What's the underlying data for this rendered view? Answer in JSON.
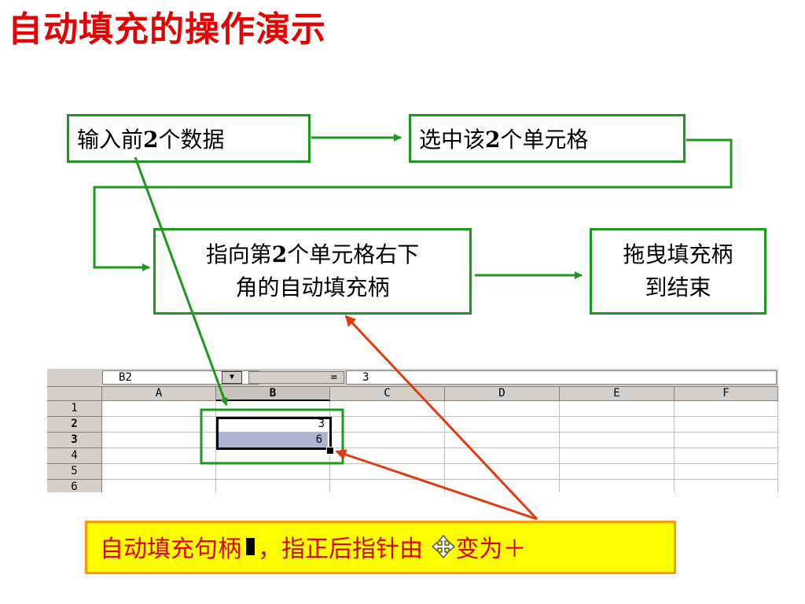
{
  "title": "自动填充的操作演示",
  "steps": {
    "step1": {
      "pre": "输入前",
      "num": "2",
      "post": "个数据"
    },
    "step2": {
      "pre": "选中该",
      "num": "2",
      "post": "个单元格"
    },
    "step3": {
      "line1_pre": "指向第",
      "num": "2",
      "line1_post": "个单元格右下",
      "line2": "角的自动填充柄"
    },
    "step4": {
      "line1": "拖曳填充柄",
      "line2": "到结束"
    }
  },
  "spreadsheet": {
    "name_box": "B2",
    "dropdown_glyph": "▼",
    "equals": "=",
    "formula_value": "3",
    "columns": [
      "A",
      "B",
      "C",
      "D",
      "E",
      "F"
    ],
    "rows": [
      "1",
      "2",
      "3",
      "4",
      "5",
      "6"
    ],
    "cells": {
      "B2": "3",
      "B3": "6"
    }
  },
  "callout": {
    "part1": "自动填充句柄",
    "part2": "，指正后指针由",
    "part3": "变为",
    "part4": "＋"
  },
  "colors": {
    "title": "#e60000",
    "box_border": "#1a9a1a",
    "arrow_green": "#1a9a1a",
    "arrow_red": "#e03c10",
    "callout_bg": "#ffff00",
    "callout_border": "#ff9a00",
    "callout_text": "#e00000",
    "selection_fill": "#b0b4d4"
  },
  "icons": [
    "move-cursor-icon",
    "fill-handle-icon",
    "dropdown-arrow-icon"
  ]
}
